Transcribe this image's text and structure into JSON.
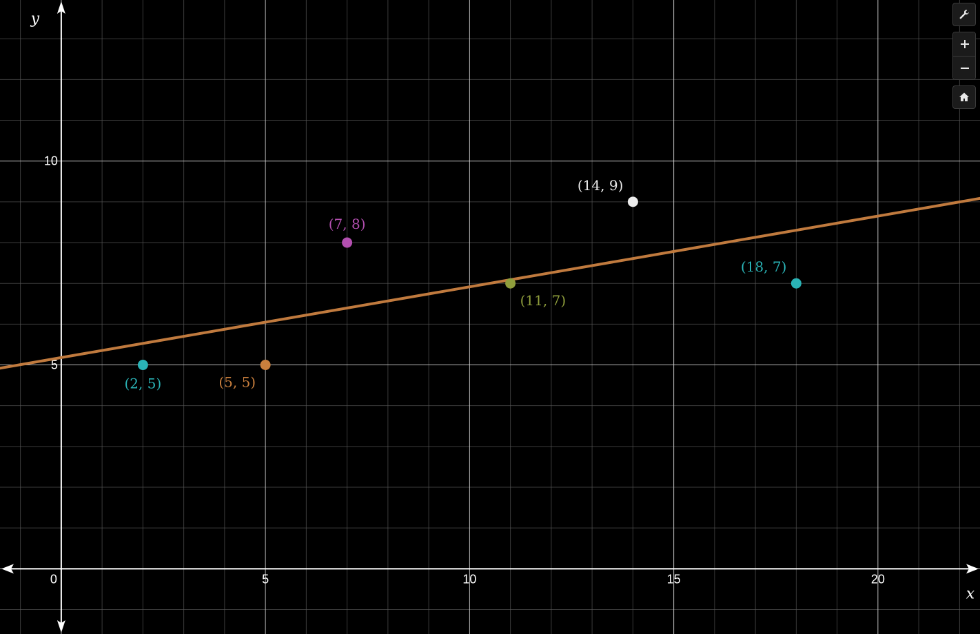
{
  "chart_data": {
    "type": "scatter",
    "xlim": [
      -1.5,
      22.5
    ],
    "ylim": [
      -1.6,
      13.95
    ],
    "x_ticks": [
      0,
      5,
      10,
      15,
      20
    ],
    "y_ticks": [
      5,
      10
    ],
    "xlabel": "x",
    "ylabel": "y",
    "grid": true,
    "points": [
      {
        "x": 2,
        "y": 5,
        "label": "(2, 5)",
        "color": "#2ab3b6",
        "label_pos": "below"
      },
      {
        "x": 5,
        "y": 5,
        "label": "(5, 5)",
        "color": "#c97f3d",
        "label_pos": "below-left"
      },
      {
        "x": 7,
        "y": 8,
        "label": "(7, 8)",
        "color": "#b34fb0",
        "label_pos": "above"
      },
      {
        "x": 11,
        "y": 7,
        "label": "(11, 7)",
        "color": "#8f9e3c",
        "label_pos": "below-right"
      },
      {
        "x": 14,
        "y": 9,
        "label": "(14, 9)",
        "color": "#ececec",
        "label_pos": "above-left"
      },
      {
        "x": 18,
        "y": 7,
        "label": "(18, 7)",
        "color": "#2ab3b6",
        "label_pos": "above-left"
      }
    ],
    "lines": [
      {
        "slope": 0.1735,
        "intercept": 5.18,
        "color": "#c07a3e"
      }
    ]
  },
  "controls": {
    "settings_icon": "wrench-icon",
    "zoom_in_icon": "plus-icon",
    "zoom_out_icon": "minus-icon",
    "home_icon": "home-icon"
  }
}
